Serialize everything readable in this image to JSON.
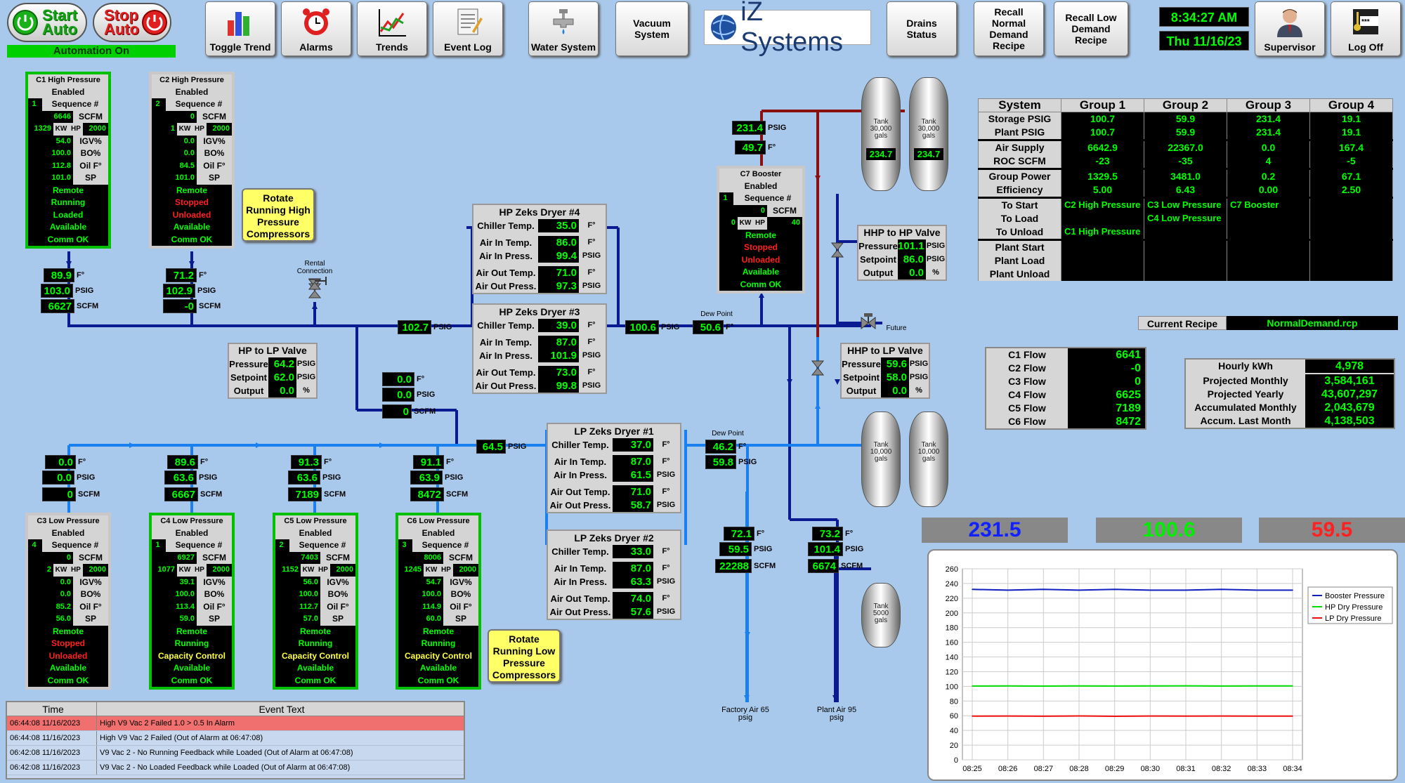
{
  "toolbar": {
    "start_auto": [
      "Start",
      "Auto"
    ],
    "stop_auto": [
      "Stop",
      "Auto"
    ],
    "automation_status": "Automation On",
    "toggle_trend": "Toggle Trend",
    "alarms": "Alarms",
    "trends": "Trends",
    "event_log": "Event Log",
    "water_system": "Water System",
    "vacuum_system": "Vacuum System",
    "logo_text": "iZ Systems",
    "drains_status": "Drains Status",
    "recall_normal": "Recall Normal Demand Recipe",
    "recall_low": "Recall Low Demand Recipe",
    "time": "8:34:27 AM",
    "date": "Thu  11/16/23",
    "supervisor": "Supervisor",
    "log_off": "Log Off"
  },
  "hp_compressors": [
    {
      "name": "C1 High Pressure",
      "enabled": "Enabled",
      "seq": "1",
      "seq_label": "Sequence #",
      "scfm": "6646",
      "kw": "1329",
      "hp": "2000",
      "igv": "54.0",
      "bo": "100.0",
      "oil": "112.8",
      "sp": "101.0",
      "status": [
        [
          "Remote",
          "g"
        ],
        [
          "Running",
          "g"
        ],
        [
          "Loaded",
          "g"
        ],
        [
          "Available",
          "g"
        ],
        [
          "Comm OK",
          "g"
        ]
      ],
      "active": true,
      "temp": "89.9",
      "psig": "103.0",
      "flow": "6627"
    },
    {
      "name": "C2 High Pressure",
      "enabled": "Enabled",
      "seq": "2",
      "seq_label": "Sequence #",
      "scfm": "0",
      "kw": "1",
      "hp": "2000",
      "igv": "0.0",
      "bo": "0.0",
      "oil": "84.5",
      "sp": "101.0",
      "status": [
        [
          "Remote",
          "g"
        ],
        [
          "Stopped",
          "r"
        ],
        [
          "Unloaded",
          "r"
        ],
        [
          "Available",
          "g"
        ],
        [
          "Comm OK",
          "g"
        ]
      ],
      "active": false,
      "temp": "71.2",
      "psig": "102.9",
      "flow": "-0"
    }
  ],
  "lp_compressors": [
    {
      "name": "C3 Low Pressure",
      "enabled": "Enabled",
      "seq": "4",
      "seq_label": "Sequence #",
      "scfm": "0",
      "kw": "2",
      "hp": "2000",
      "igv": "0.0",
      "bo": "0.0",
      "oil": "85.2",
      "sp": "56.0",
      "status": [
        [
          "Remote",
          "g"
        ],
        [
          "Stopped",
          "r"
        ],
        [
          "Unloaded",
          "r"
        ],
        [
          "Available",
          "g"
        ],
        [
          "Comm OK",
          "g"
        ]
      ],
      "active": false,
      "temp": "0.0",
      "psig": "0.0",
      "flow": "0"
    },
    {
      "name": "C4 Low Pressure",
      "enabled": "Enabled",
      "seq": "1",
      "seq_label": "Sequence #",
      "scfm": "6927",
      "kw": "1077",
      "hp": "2000",
      "igv": "39.1",
      "bo": "100.0",
      "oil": "113.4",
      "sp": "59.0",
      "status": [
        [
          "Remote",
          "g"
        ],
        [
          "Running",
          "g"
        ],
        [
          "Capacity Control",
          "y"
        ],
        [
          "Available",
          "g"
        ],
        [
          "Comm OK",
          "g"
        ]
      ],
      "active": true,
      "temp": "89.6",
      "psig": "63.6",
      "flow": "6667"
    },
    {
      "name": "C5 Low Pressure",
      "enabled": "Enabled",
      "seq": "2",
      "seq_label": "Sequence #",
      "scfm": "7403",
      "kw": "1152",
      "hp": "2000",
      "igv": "56.0",
      "bo": "100.0",
      "oil": "112.7",
      "sp": "57.0",
      "status": [
        [
          "Remote",
          "g"
        ],
        [
          "Running",
          "g"
        ],
        [
          "Capacity Control",
          "y"
        ],
        [
          "Available",
          "g"
        ],
        [
          "Comm OK",
          "g"
        ]
      ],
      "active": true,
      "temp": "91.3",
      "psig": "63.6",
      "flow": "7189"
    },
    {
      "name": "C6 Low Pressure",
      "enabled": "Enabled",
      "seq": "3",
      "seq_label": "Sequence #",
      "scfm": "8006",
      "kw": "1245",
      "hp": "2000",
      "igv": "54.7",
      "bo": "100.0",
      "oil": "114.9",
      "sp": "60.0",
      "status": [
        [
          "Remote",
          "g"
        ],
        [
          "Running",
          "g"
        ],
        [
          "Capacity Control",
          "y"
        ],
        [
          "Available",
          "g"
        ],
        [
          "Comm OK",
          "g"
        ]
      ],
      "active": true,
      "temp": "91.1",
      "psig": "63.9",
      "flow": "8472"
    }
  ],
  "booster": {
    "name": "C7 Booster",
    "enabled": "Enabled",
    "seq": "1",
    "seq_label": "Sequence #",
    "scfm": "0",
    "kw": "0",
    "hp": "40",
    "status": [
      [
        "Remote",
        "g"
      ],
      [
        "Stopped",
        "r"
      ],
      [
        "Unloaded",
        "r"
      ],
      [
        "Available",
        "g"
      ],
      [
        "Comm OK",
        "g"
      ]
    ],
    "psig": "231.4",
    "temp": "49.7"
  },
  "units": {
    "f": "F°",
    "psig": "PSIG",
    "scfm": "SCFM",
    "pct": "%",
    "igv": "IGV%",
    "bo": "BO%",
    "oil": "Oil F°",
    "sp": "SP",
    "kw": "KW",
    "hp": "HP"
  },
  "rotate_hp": "Rotate Running High Pressure Compressors",
  "rotate_lp": "Rotate Running Low Pressure Compressors",
  "rental": "Rental Connection",
  "future": "Future",
  "dew_point": "Dew   Point",
  "dew_point2": "Dew   Point",
  "hp_header_psig": "102.7",
  "hp_dry_psig": "100.6",
  "hp_dew": "50.6",
  "lp_header_psig": "64.5",
  "lp_dew_temp": "46.2",
  "lp_dew_psig": "59.8",
  "bypass": {
    "temp": "0.0",
    "psig": "0.0",
    "scfm": "0"
  },
  "factory_air": {
    "temp": "72.1",
    "psig": "59.5",
    "scfm": "22288",
    "label": "Factory Air 65 psig"
  },
  "plant_air": {
    "temp": "73.2",
    "psig": "101.4",
    "scfm": "6674",
    "label": "Plant Air 95 psig"
  },
  "dryers": [
    {
      "title": "HP Zeks Dryer #4",
      "chiller": "35.0",
      "air_in_temp": "86.0",
      "air_in_press": "99.4",
      "air_out_temp": "71.0",
      "air_out_press": "97.3"
    },
    {
      "title": "HP Zeks Dryer #3",
      "chiller": "39.0",
      "air_in_temp": "87.0",
      "air_in_press": "101.9",
      "air_out_temp": "73.0",
      "air_out_press": "99.8"
    },
    {
      "title": "LP Zeks Dryer #1",
      "chiller": "37.0",
      "air_in_temp": "87.0",
      "air_in_press": "61.5",
      "air_out_temp": "71.0",
      "air_out_press": "58.7"
    },
    {
      "title": "LP Zeks Dryer #2",
      "chiller": "33.0",
      "air_in_temp": "87.0",
      "air_in_press": "63.3",
      "air_out_temp": "74.0",
      "air_out_press": "57.6"
    }
  ],
  "dryer_labels": {
    "chiller": "Chiller Temp.",
    "air_in_temp": "Air In Temp.",
    "air_in_press": "Air In Press.",
    "air_out_temp": "Air Out Temp.",
    "air_out_press": "Air Out Press."
  },
  "valves": [
    {
      "title": "HP to LP Valve",
      "pressure": "64.2",
      "setpoint": "62.0",
      "output": "0.0"
    },
    {
      "title": "HHP to HP Valve",
      "pressure": "101.1",
      "setpoint": "86.0",
      "output": "0.0"
    },
    {
      "title": "HHP to LP Valve",
      "pressure": "59.6",
      "setpoint": "58.0",
      "output": "0.0"
    }
  ],
  "valve_labels": {
    "pressure": "Pressure",
    "setpoint": "Setpoint",
    "output": "Output"
  },
  "tanks": {
    "t30a": {
      "label": [
        "Tank",
        "30,000",
        "gals"
      ],
      "value": "234.7"
    },
    "t30b": {
      "label": [
        "Tank",
        "30,000",
        "gals"
      ],
      "value": "234.7"
    },
    "t10a": {
      "label": [
        "Tank",
        "10,000",
        "gals"
      ]
    },
    "t10b": {
      "label": [
        "Tank",
        "10,000",
        "gals"
      ]
    },
    "t5": {
      "label": [
        "Tank",
        "5000",
        "gals"
      ]
    }
  },
  "system": {
    "headers": [
      "System",
      "Group 1",
      "Group 2",
      "Group 3",
      "Group 4"
    ],
    "storage": {
      "label": "Storage PSIG",
      "values": [
        "100.7",
        "59.9",
        "231.4",
        "19.1"
      ]
    },
    "plant": {
      "label": "Plant PSIG",
      "values": [
        "100.7",
        "59.9",
        "231.4",
        "19.1"
      ]
    },
    "air_supply": {
      "label": "Air Supply",
      "values": [
        "6642.9",
        "22367.0",
        "0.0",
        "167.4"
      ]
    },
    "roc": {
      "label": "ROC SCFM",
      "values": [
        "-23",
        "-35",
        "4",
        "-5"
      ]
    },
    "power": {
      "label": "Group Power",
      "values": [
        "1329.5",
        "3481.0",
        "0.2",
        "67.1"
      ]
    },
    "eff": {
      "label": "Efficiency",
      "values": [
        "5.00",
        "6.43",
        "0.00",
        "2.50"
      ]
    },
    "to_start": "To Start",
    "to_load": "To Load",
    "to_unload": "To Unload",
    "start_g1": "C2 High Pressure",
    "start_g2": "C3 Low Pressure",
    "load_g2": "C4 Low Pressure",
    "start_g3": "C7 Booster",
    "unload_g1": "C1 High Pressure",
    "plant_start": "Plant Start",
    "plant_load": "Plant Load",
    "plant_unload": "Plant Unload"
  },
  "recipe": {
    "label": "Current Recipe",
    "value": "NormalDemand.rcp"
  },
  "flows": [
    {
      "label": "C1 Flow",
      "value": "6641"
    },
    {
      "label": "C2 Flow",
      "value": "-0"
    },
    {
      "label": "C3 Flow",
      "value": "0"
    },
    {
      "label": "C4 Flow",
      "value": "6625"
    },
    {
      "label": "C5 Flow",
      "value": "7189"
    },
    {
      "label": "C6 Flow",
      "value": "8472"
    }
  ],
  "kwh": [
    {
      "label": "Hourly kWh",
      "value": "4,978"
    },
    {
      "label": "Projected Monthly",
      "value": "3,584,161"
    },
    {
      "label": "Projected Yearly",
      "value": "43,607,297"
    },
    {
      "label": "Accumulated Monthly",
      "value": "2,043,679"
    },
    {
      "label": "Accum. Last Month",
      "value": "4,138,503"
    }
  ],
  "big_values": [
    {
      "value": "231.5",
      "color": "#1020ff"
    },
    {
      "value": "100.6",
      "color": "#00ee00"
    },
    {
      "value": "59.5",
      "color": "#ff2020"
    }
  ],
  "events": {
    "headers": [
      "Time",
      "Event Text"
    ],
    "rows": [
      {
        "time": "06:44:08 11/16/2023",
        "text": "High V9  Vac 2 Failed 1.0 > 0.5 In Alarm",
        "alarm": true
      },
      {
        "time": "06:44:08 11/16/2023",
        "text": "High V9  Vac 2 Failed (Out of Alarm at 06:47:08)",
        "alarm": false
      },
      {
        "time": "06:42:08 11/16/2023",
        "text": "V9  Vac 2 - No Running Feedback while Loaded (Out of Alarm at 06:47:08)",
        "alarm": false
      },
      {
        "time": "06:42:08 11/16/2023",
        "text": "V9  Vac 2 - No Loaded Feedback while Loaded (Out of Alarm at 06:47:08)",
        "alarm": false
      }
    ]
  },
  "chart_data": {
    "type": "line",
    "x": [
      "08:25",
      "08:26",
      "08:27",
      "08:28",
      "08:29",
      "08:30",
      "08:31",
      "08:32",
      "08:33",
      "08:34"
    ],
    "ylim": [
      0,
      260
    ],
    "yticks": [
      0,
      20,
      40,
      60,
      80,
      100,
      120,
      140,
      160,
      180,
      200,
      220,
      240,
      260
    ],
    "grid": true,
    "legend": "top-right",
    "series": [
      {
        "name": "Booster Pressure",
        "color": "#1020c0",
        "values": [
          232,
          231,
          232,
          231,
          232,
          231,
          231,
          232,
          231,
          231
        ]
      },
      {
        "name": "HP Dry Pressure",
        "color": "#00dd00",
        "values": [
          100.5,
          100.6,
          100.4,
          100.6,
          100.5,
          100.6,
          100.7,
          100.5,
          100.6,
          100.6
        ]
      },
      {
        "name": "LP Dry Pressure",
        "color": "#ee1010",
        "values": [
          59.5,
          59.6,
          59.4,
          59.7,
          59.3,
          59.6,
          59.5,
          59.6,
          59.5,
          59.5
        ]
      }
    ]
  }
}
